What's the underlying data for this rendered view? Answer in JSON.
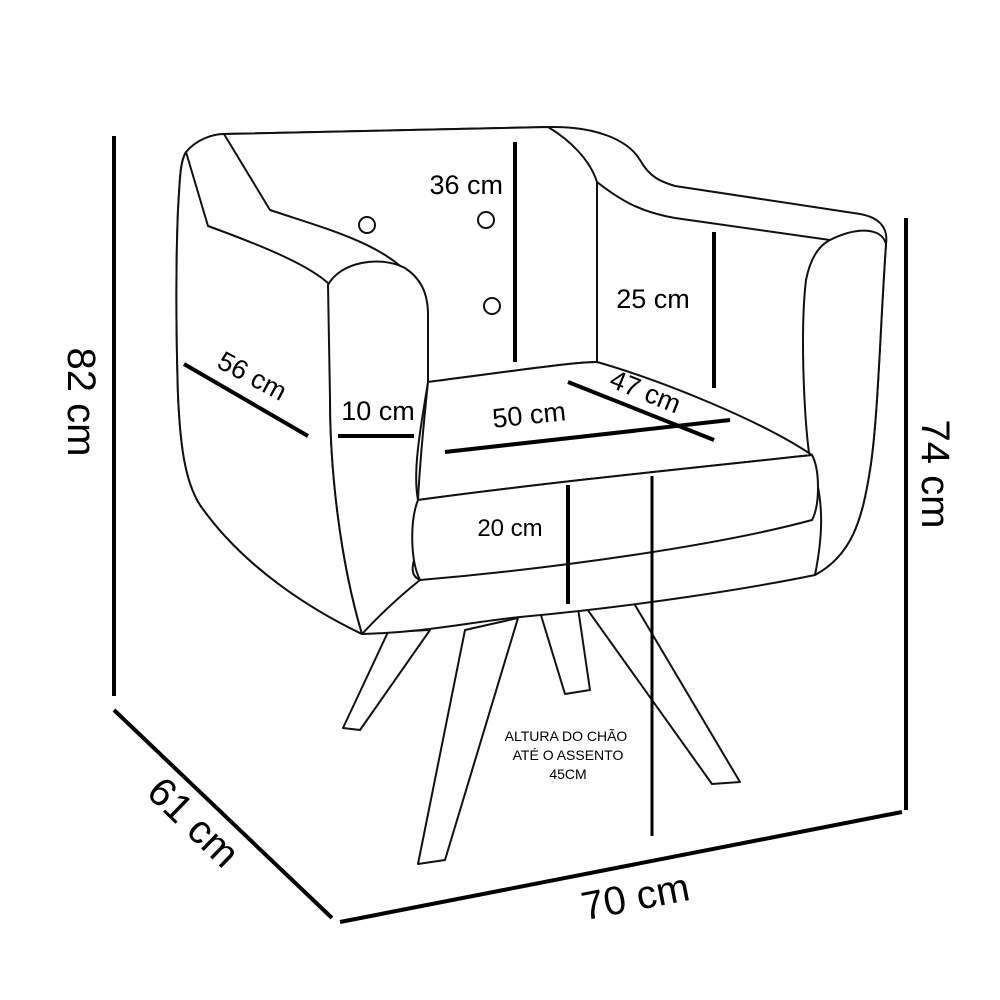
{
  "dimensions": {
    "height_total": "82 cm",
    "height_arm": "74 cm",
    "depth": "61 cm",
    "width": "70 cm",
    "backrest_height": "36 cm",
    "backrest_inner": "25 cm",
    "arm_depth": "56 cm",
    "arm_width": "10 cm",
    "seat_width": "50 cm",
    "seat_depth": "47 cm",
    "seat_thickness": "20 cm"
  },
  "note": {
    "line1": "ALTURA DO CHÃO",
    "line2": "ATÉ O ASSENTO",
    "line3": "45CM"
  }
}
